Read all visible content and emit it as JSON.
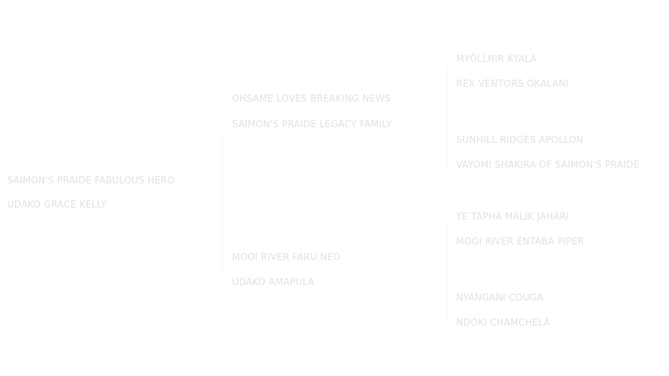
{
  "pedigree": {
    "generation1": {
      "sire": "SAIMON'S PRAIDE FABULOUS HERO",
      "dam": "UDAKO GRACE KELLY"
    },
    "generation2": {
      "sire_sire": "OHSAME LOVES BREAKING NEWS",
      "sire_dam": "SAIMON'S PRAIDE LEGACY FAMILY",
      "dam_sire": "MOOI RIVER FARU NEO",
      "dam_dam": "UDAKO AMAPULA"
    },
    "generation3": [
      "MYÖLLNIR KYALA",
      "REX VENTORS OKALANI",
      "SUNHILL RIDGES APOLLON",
      "VAYOMI SHAKIRA OF SAIMON'S PRAIDE",
      "YE TAPHA MALIK JAHARI",
      "MOOI RIVER ENTABA PIPER",
      "NYANGANI COUGA",
      "NDOKI CHAMCHELA"
    ]
  },
  "colors": {
    "text": "#e2e2e2",
    "line": "#f6f6f6",
    "background": "#ffffff"
  }
}
